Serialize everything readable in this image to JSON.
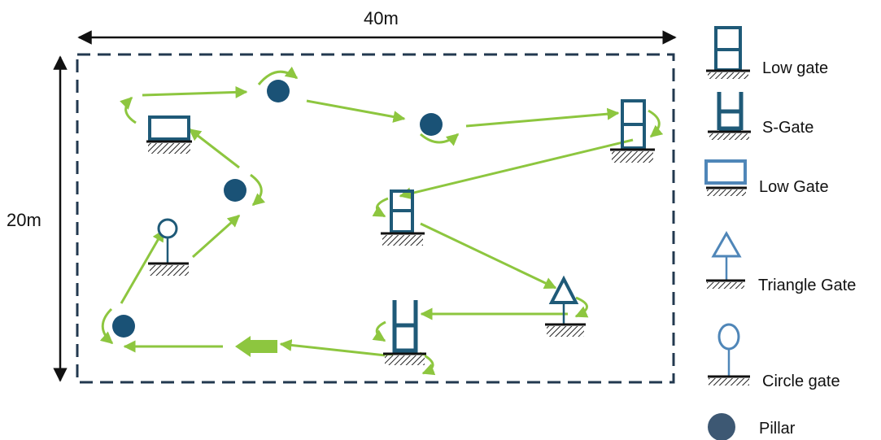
{
  "field": {
    "width_label": "40m",
    "height_label": "20m"
  },
  "legend": {
    "items": [
      {
        "label": "Low gate",
        "icon": "tall-frame-gate-icon"
      },
      {
        "label": "S-Gate",
        "icon": "s-gate-icon"
      },
      {
        "label": "Low Gate",
        "icon": "low-rect-gate-icon"
      },
      {
        "label": "Triangle Gate",
        "icon": "triangle-gate-icon"
      },
      {
        "label": "Circle gate",
        "icon": "circle-gate-icon"
      },
      {
        "label": "Pillar",
        "icon": "pillar-icon"
      }
    ]
  },
  "colors": {
    "obstacle": "#1f5a78",
    "pillar": "#1a5276",
    "path": "#8dc63f",
    "boundary": "#22384f",
    "light_gate": "#4f86b8"
  }
}
